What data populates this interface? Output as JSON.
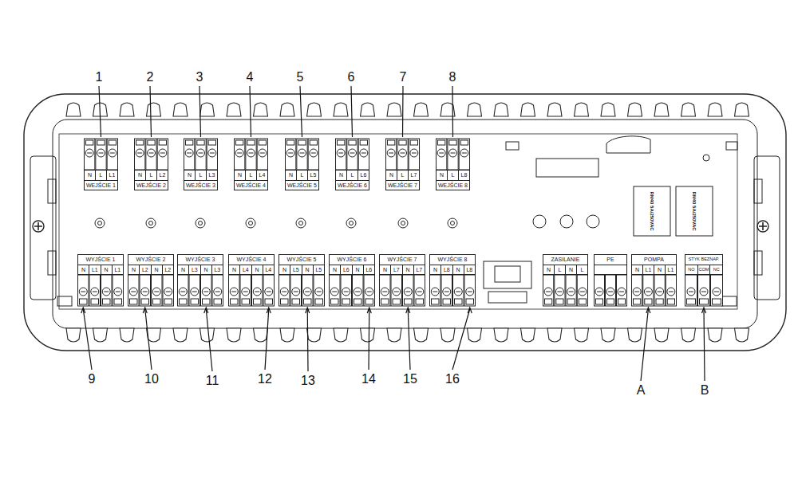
{
  "diagram": {
    "nodes": [
      {
        "text": [
          "N",
          "L",
          "L1",
          "WEJŚCIE 1"
        ]
      },
      {
        "text": [
          "N",
          "L",
          "L2",
          "WEJŚCIE 2"
        ]
      },
      {
        "text": [
          "N",
          "L",
          "L3",
          "WEJŚCIE 3"
        ]
      },
      {
        "text": [
          "N",
          "L",
          "L4",
          "WEJŚCIE 4"
        ]
      },
      {
        "text": [
          "N",
          "L",
          "L5",
          "WEJŚCIE 5"
        ]
      },
      {
        "text": [
          "N",
          "L",
          "L6",
          "WEJŚCIE 6"
        ]
      },
      {
        "text": [
          "N",
          "L",
          "L7",
          "WEJŚCIE 7"
        ]
      },
      {
        "text": [
          "N",
          "L",
          "L8",
          "WEJŚCIE 8"
        ]
      },
      {
        "text": [
          "WYJŚCIE 1",
          "N",
          "L1",
          "N",
          "L1"
        ]
      },
      {
        "text": [
          "WYJŚCIE 2",
          "N",
          "L2",
          "N",
          "L2"
        ]
      },
      {
        "text": [
          "WYJŚCIE 3",
          "N",
          "L3",
          "N",
          "L3"
        ]
      },
      {
        "text": [
          "WYJŚCIE 4",
          "N",
          "L4",
          "N",
          "L4"
        ]
      },
      {
        "text": [
          "WYJŚCIE 5",
          "N",
          "L5",
          "N",
          "L5"
        ]
      },
      {
        "text": [
          "WYJŚCIE 6",
          "N",
          "L6",
          "N",
          "L6"
        ]
      },
      {
        "text": [
          "WYJŚCIE 7",
          "N",
          "L7",
          "N",
          "L7"
        ]
      },
      {
        "text": [
          "WYJŚCIE 8",
          "N",
          "L8",
          "N",
          "L8"
        ]
      },
      {
        "text": [
          "ZASILANIE",
          "N",
          "L",
          "N",
          "L"
        ]
      },
      {
        "text": [
          "PE"
        ]
      },
      {
        "text": [
          "POMPA",
          "N",
          "L1",
          "N",
          "L1"
        ]
      },
      {
        "text": [
          "STYK BEZNAP.",
          "NO",
          "COM",
          "NC"
        ]
      }
    ],
    "labels": [
      "1",
      "2",
      "3",
      "4",
      "5",
      "6",
      "7",
      "8",
      "RM40 5A/250VAC",
      "RM40 5A/250VAC",
      "9",
      "10",
      "11",
      "12",
      "13",
      "14",
      "15",
      "16",
      "A",
      "B"
    ]
  }
}
